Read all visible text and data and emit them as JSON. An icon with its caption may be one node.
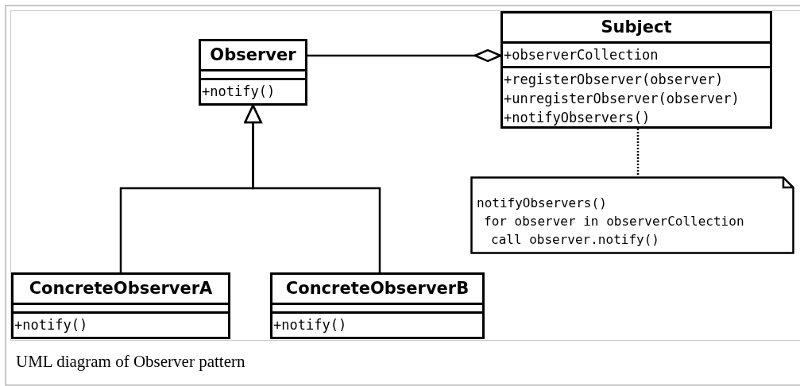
{
  "diagram": {
    "caption": "UML diagram of Observer pattern",
    "nodes": [
      {
        "text": [
          "Observer",
          "+notify()"
        ]
      },
      {
        "text": [
          "Subject",
          "+observerCollection",
          "+registerObserver(observer)",
          "+unregisterObserver(observer)",
          "+notifyObservers()"
        ]
      },
      {
        "text": [
          "notifyObservers()",
          "for observer in observerCollection",
          "call observer.notify()"
        ]
      },
      {
        "text": [
          "ConcreteObserverA",
          "+notify()"
        ]
      },
      {
        "text": [
          "ConcreteObserverB",
          "+notify()"
        ]
      }
    ],
    "edges": [
      {
        "from": 0,
        "to": 1,
        "arrow": "other"
      },
      {
        "from": 3,
        "to": 0,
        "arrow": "to"
      },
      {
        "from": 4,
        "to": 0,
        "arrow": "to"
      },
      {
        "from": 1,
        "to": 2,
        "arrow": "none",
        "style": "dashed"
      }
    ]
  }
}
